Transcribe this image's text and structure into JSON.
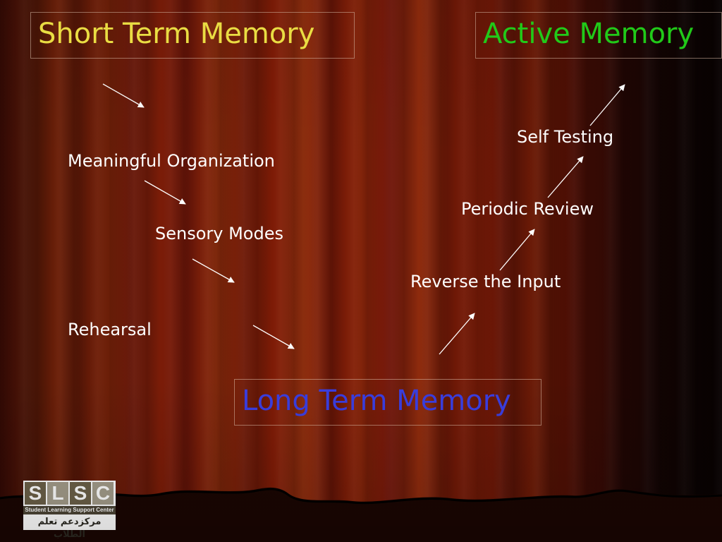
{
  "diagram": {
    "short_term_memory": "Short Term Memory",
    "active_memory": "Active Memory",
    "long_term_memory": "Long Term Memory",
    "left_steps": [
      "Meaningful Organization",
      "Sensory Modes",
      "Rehearsal"
    ],
    "right_steps": [
      "Self Testing",
      "Periodic Review",
      "Reverse the Input"
    ]
  },
  "colors": {
    "short_term_title": "#f3e646",
    "active_memory_title": "#22d21a",
    "long_term_title": "#3a3ee0",
    "labels": "#ffffff",
    "arrows": "#ffffff"
  },
  "logo": {
    "letters": [
      "S",
      "L",
      "S",
      "C"
    ],
    "subtitle": "Student Learning Support Center",
    "arabic": "مركزدعم تعلم الطلاب"
  }
}
